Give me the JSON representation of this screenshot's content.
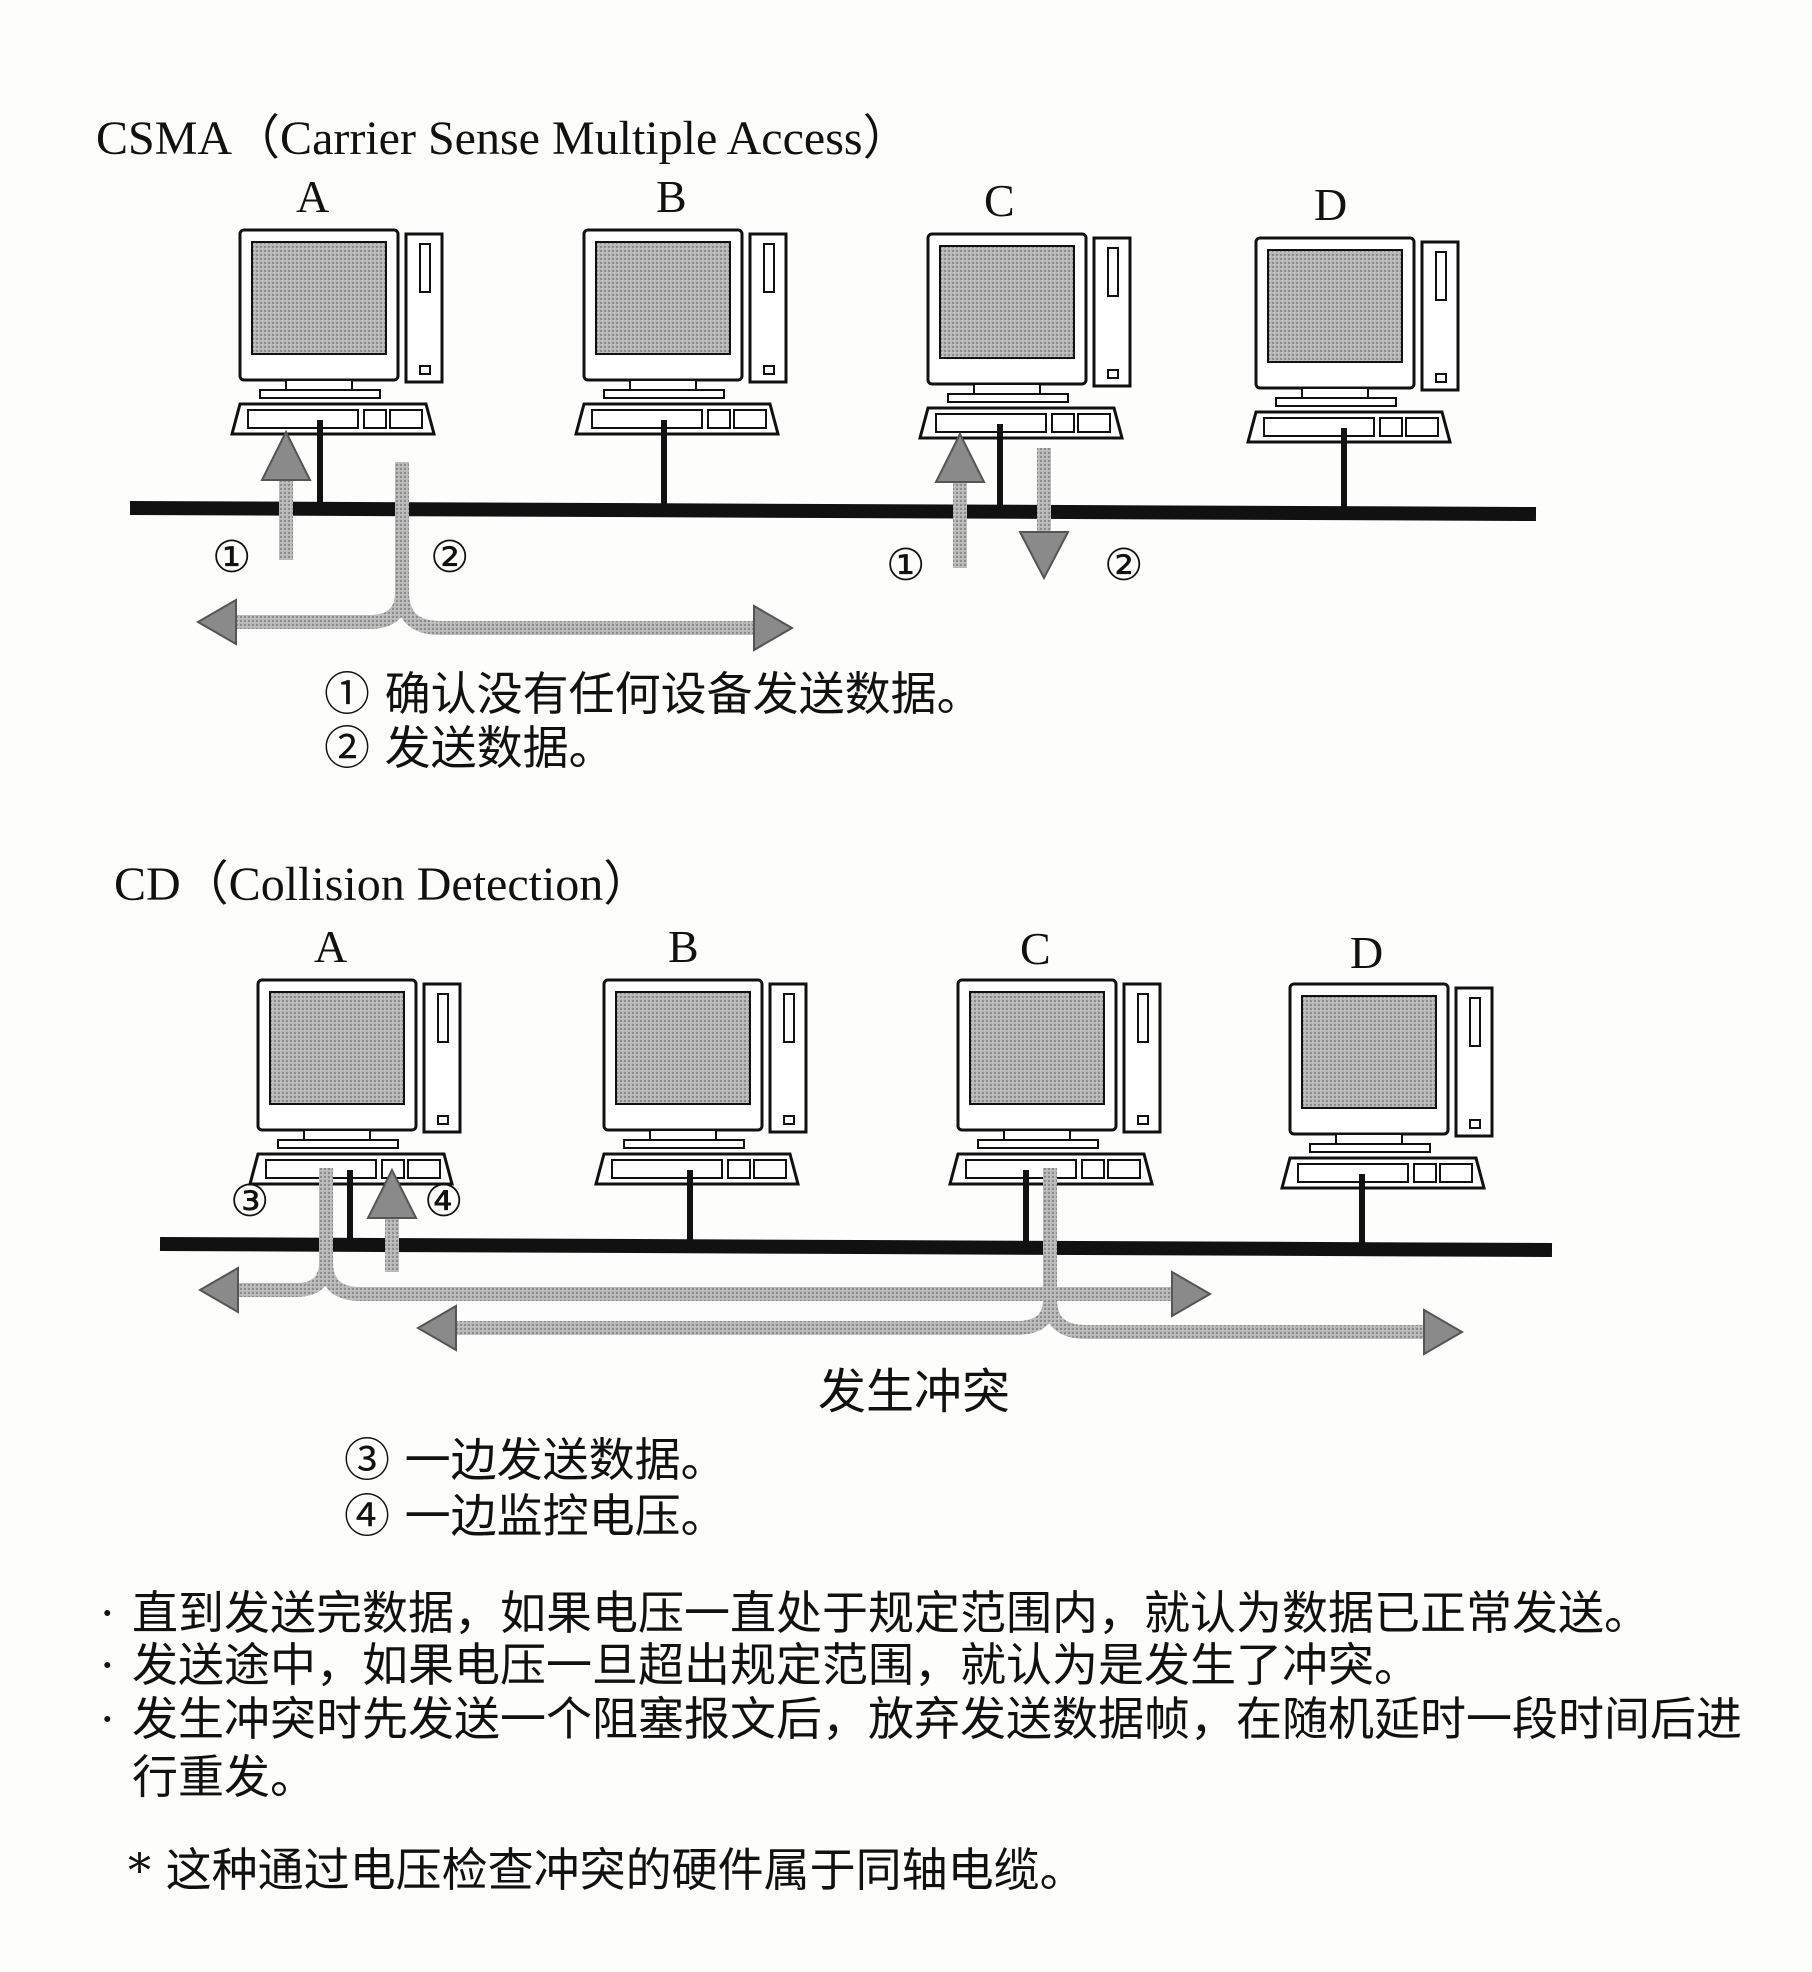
{
  "csma": {
    "title": "CSMA（Carrier Sense Multiple Access）",
    "computers": [
      "A",
      "B",
      "C",
      "D"
    ],
    "markers": {
      "one": "①",
      "two": "②"
    },
    "notes": [
      "① 确认没有任何设备发送数据。",
      "② 发送数据。"
    ]
  },
  "cd": {
    "title": "CD（Collision Detection）",
    "computers": [
      "A",
      "B",
      "C",
      "D"
    ],
    "markers": {
      "three": "③",
      "four": "④"
    },
    "collision_label": "发生冲突",
    "notes": [
      "③ 一边发送数据。",
      "④ 一边监控电压。"
    ]
  },
  "bullets": [
    "直到发送完数据，如果电压一直处于规定范围内，就认为数据已正常发送。",
    "发送途中，如果电压一旦超出规定范围，就认为是发生了冲突。",
    "发生冲突时先发送一个阻塞报文后，放弃发送数据帧，在随机延时一段时间后进行重发。"
  ],
  "bullet_mark": "·",
  "footnote": "* 这种通过电压检查冲突的硬件属于同轴电缆。",
  "colors": {
    "line": "#111111",
    "arrow": "#8a8a8a",
    "screen": "#a9a9a9"
  }
}
